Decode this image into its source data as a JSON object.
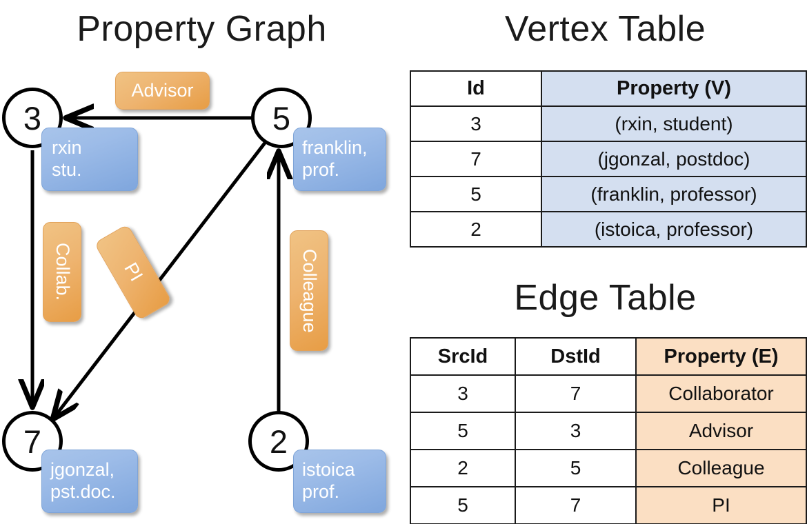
{
  "titles": {
    "property_graph": "Property Graph",
    "vertex_table": "Vertex Table",
    "edge_table": "Edge Table"
  },
  "colors": {
    "vertex_property_fill": "#d4dff0",
    "edge_property_fill": "#fbdfc3",
    "vertex_label_blue": "#9dbce8",
    "edge_label_orange": "#eeb470",
    "node_stroke": "#000000",
    "background": "#ffffff"
  },
  "graph": {
    "nodes": [
      {
        "id": "3",
        "label_line1": "rxin",
        "label_line2": "stu."
      },
      {
        "id": "5",
        "label_line1": "franklin,",
        "label_line2": "prof."
      },
      {
        "id": "7",
        "label_line1": "jgonzal,",
        "label_line2": "pst.doc."
      },
      {
        "id": "2",
        "label_line1": "istoica",
        "label_line2": "prof."
      }
    ],
    "edge_labels": [
      {
        "name": "advisor",
        "text": "Advisor"
      },
      {
        "name": "collab",
        "text": "Collab."
      },
      {
        "name": "pi",
        "text": "PI"
      },
      {
        "name": "colleague",
        "text": "Colleague"
      }
    ],
    "edges": [
      {
        "src": "5",
        "dst": "3",
        "label": "Advisor"
      },
      {
        "src": "3",
        "dst": "7",
        "label": "Collab."
      },
      {
        "src": "5",
        "dst": "7",
        "label": "PI"
      },
      {
        "src": "2",
        "dst": "5",
        "label": "Colleague"
      }
    ]
  },
  "vertex_table": {
    "headers": [
      "Id",
      "Property (V)"
    ],
    "rows": [
      [
        "3",
        "(rxin, student)"
      ],
      [
        "7",
        "(jgonzal, postdoc)"
      ],
      [
        "5",
        "(franklin, professor)"
      ],
      [
        "2",
        "(istoica, professor)"
      ]
    ]
  },
  "edge_table": {
    "headers": [
      "SrcId",
      "DstId",
      "Property (E)"
    ],
    "rows": [
      [
        "3",
        "7",
        "Collaborator"
      ],
      [
        "5",
        "3",
        "Advisor"
      ],
      [
        "2",
        "5",
        "Colleague"
      ],
      [
        "5",
        "7",
        "PI"
      ]
    ]
  }
}
